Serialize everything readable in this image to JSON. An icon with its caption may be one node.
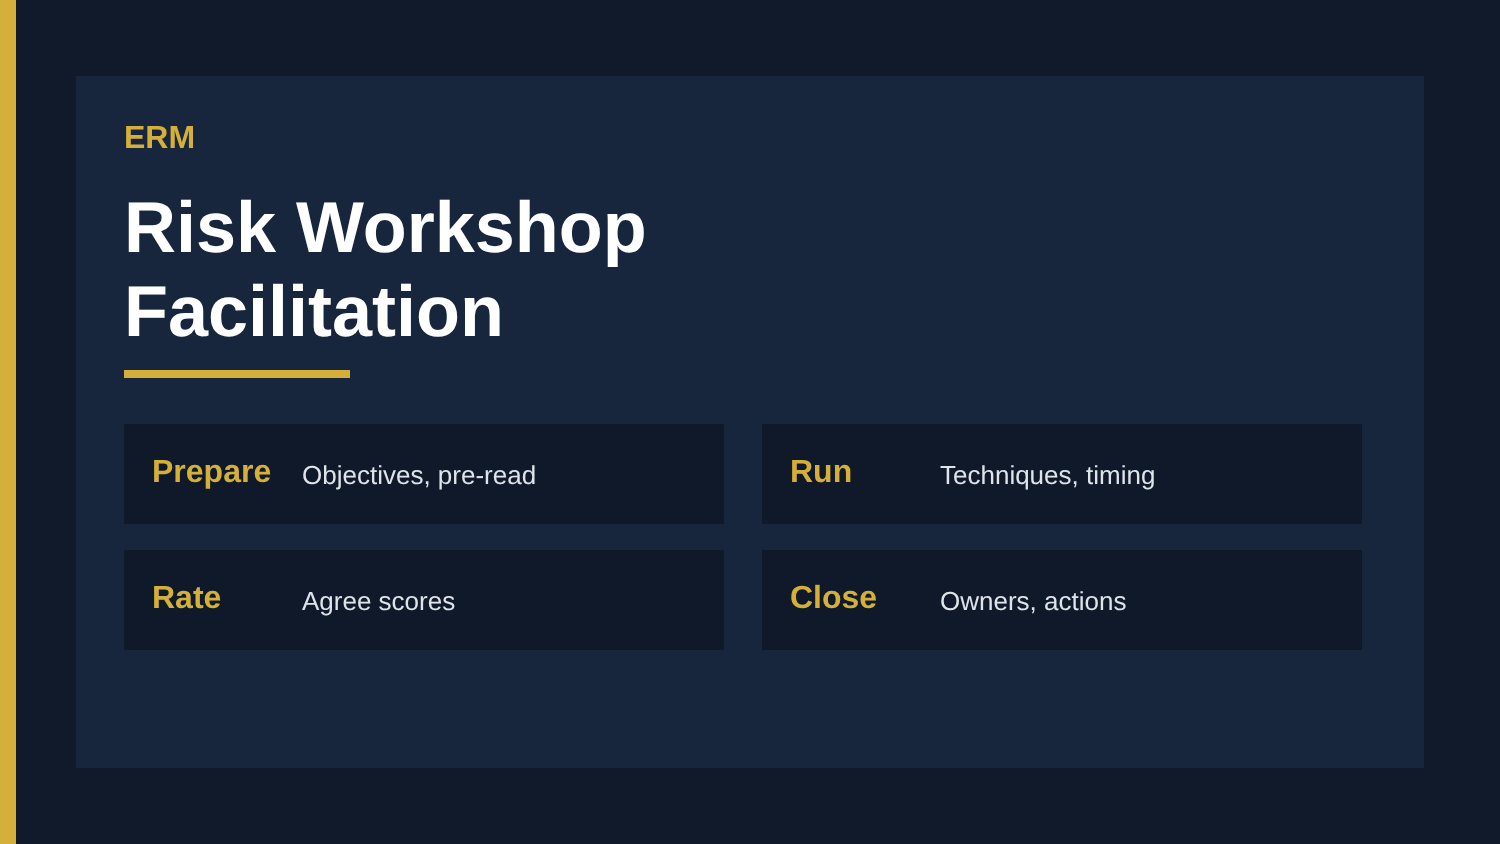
{
  "diagram": {
    "title": "Risk Workshop Facilitation",
    "labels": [
      "ERM"
    ],
    "nodes": [
      {
        "text": [
          "Prepare",
          "Objectives, pre-read"
        ]
      },
      {
        "text": [
          "Run",
          "Techniques, timing"
        ]
      },
      {
        "text": [
          "Rate",
          "Agree scores"
        ]
      },
      {
        "text": [
          "Close",
          "Owners, actions"
        ]
      }
    ]
  }
}
